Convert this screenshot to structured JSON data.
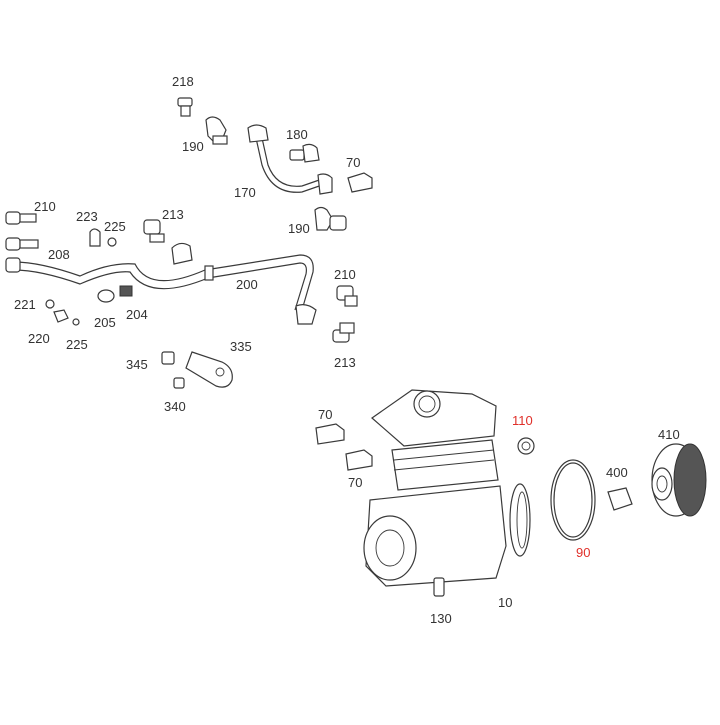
{
  "diagram": {
    "callouts": [
      {
        "id": "218",
        "label": "218",
        "color": "#333333"
      },
      {
        "id": "190-top",
        "label": "190",
        "color": "#333333"
      },
      {
        "id": "180",
        "label": "180",
        "color": "#333333"
      },
      {
        "id": "70-top",
        "label": "70",
        "color": "#333333"
      },
      {
        "id": "170",
        "label": "170",
        "color": "#333333"
      },
      {
        "id": "190-mid",
        "label": "190",
        "color": "#333333"
      },
      {
        "id": "210-left",
        "label": "210",
        "color": "#333333"
      },
      {
        "id": "223",
        "label": "223",
        "color": "#333333"
      },
      {
        "id": "225-upper",
        "label": "225",
        "color": "#333333"
      },
      {
        "id": "213-upper",
        "label": "213",
        "color": "#333333"
      },
      {
        "id": "208",
        "label": "208",
        "color": "#333333"
      },
      {
        "id": "200",
        "label": "200",
        "color": "#333333"
      },
      {
        "id": "210-right",
        "label": "210",
        "color": "#333333"
      },
      {
        "id": "221",
        "label": "221",
        "color": "#333333"
      },
      {
        "id": "205",
        "label": "205",
        "color": "#333333"
      },
      {
        "id": "204",
        "label": "204",
        "color": "#333333"
      },
      {
        "id": "220",
        "label": "220",
        "color": "#333333"
      },
      {
        "id": "225-lower",
        "label": "225",
        "color": "#333333"
      },
      {
        "id": "213-lower",
        "label": "213",
        "color": "#333333"
      },
      {
        "id": "335",
        "label": "335",
        "color": "#333333"
      },
      {
        "id": "345",
        "label": "345",
        "color": "#333333"
      },
      {
        "id": "340",
        "label": "340",
        "color": "#333333"
      },
      {
        "id": "70-mid-upper",
        "label": "70",
        "color": "#333333"
      },
      {
        "id": "70-mid-lower",
        "label": "70",
        "color": "#333333"
      },
      {
        "id": "110",
        "label": "110",
        "color": "#e0302a"
      },
      {
        "id": "410",
        "label": "410",
        "color": "#333333"
      },
      {
        "id": "400",
        "label": "400",
        "color": "#333333"
      },
      {
        "id": "90",
        "label": "90",
        "color": "#e0302a"
      },
      {
        "id": "130",
        "label": "130",
        "color": "#333333"
      },
      {
        "id": "10",
        "label": "10",
        "color": "#333333"
      }
    ]
  }
}
